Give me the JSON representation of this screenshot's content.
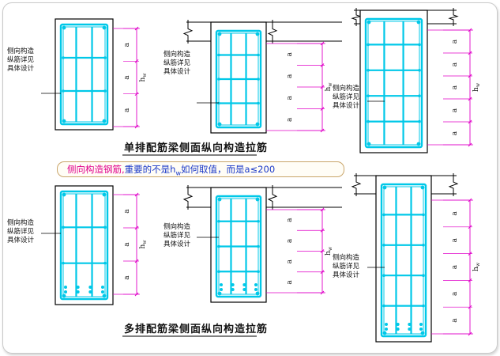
{
  "notes": {
    "side_bar_note": "侧向构造\n纵筋详见\n具体设计"
  },
  "captions": {
    "single_row": "单排配筋梁侧面纵向构造拉筋",
    "multi_row": "多排配筋梁侧面纵向构造拉筋"
  },
  "banner": {
    "highlight": "侧向构造钢筋,",
    "text_pre": "重要的不是h",
    "subscript": "w",
    "text_post": "如何取值，而是a≤200"
  },
  "dimensions": {
    "spacing_label": "a",
    "height_label": "h",
    "height_subscript": "w"
  },
  "colors": {
    "rebar": "#00c8e8",
    "dimension": "#e000c8",
    "outline": "#000000",
    "banner_highlight": "#e0008c",
    "banner_text": "#1b39c8"
  },
  "sections": [
    {
      "id": "single-plain",
      "spacings": 3,
      "multi": false
    },
    {
      "id": "single-slab",
      "spacings": 4,
      "multi": false
    },
    {
      "id": "single-tall",
      "spacings": 5,
      "multi": false
    },
    {
      "id": "multi-plain",
      "spacings": 3,
      "multi": true
    },
    {
      "id": "multi-slab",
      "spacings": 4,
      "multi": true
    },
    {
      "id": "multi-tall",
      "spacings": 5,
      "multi": true
    }
  ]
}
